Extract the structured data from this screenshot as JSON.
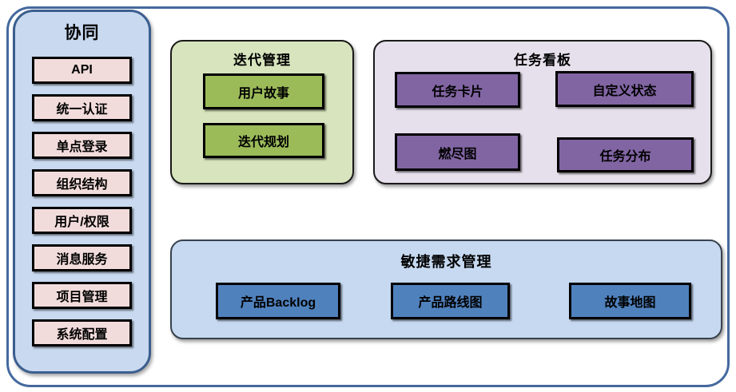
{
  "diagram": {
    "sidebar": {
      "title": "协同",
      "items": [
        "API",
        "统一认证",
        "单点登录",
        "组织结构",
        "用户/权限",
        "消息服务",
        "项目管理",
        "系统配置"
      ]
    },
    "iteration": {
      "title": "迭代管理",
      "items": [
        "用户故事",
        "迭代规划"
      ]
    },
    "taskboard": {
      "title": "任务看板",
      "items": [
        "任务卡片",
        "自定义状态",
        "燃尽图",
        "任务分布"
      ]
    },
    "agile": {
      "title": "敏捷需求管理",
      "items": [
        "产品Backlog",
        "产品路线图",
        "故事地图"
      ]
    },
    "colors": {
      "outer_border": "#44699e",
      "sidebar_fill": "#c8d9f0",
      "sidebar_border": "#3b5e8e",
      "sidebar_item_fill": "#f2dcdb",
      "iteration_fill": "#d7e4bd",
      "iteration_item_fill": "#9bbb59",
      "taskboard_fill": "#e6e0ec",
      "taskboard_item_fill": "#8165a3",
      "agile_fill": "#c6d9f1",
      "agile_item_fill": "#4f81bd"
    }
  }
}
